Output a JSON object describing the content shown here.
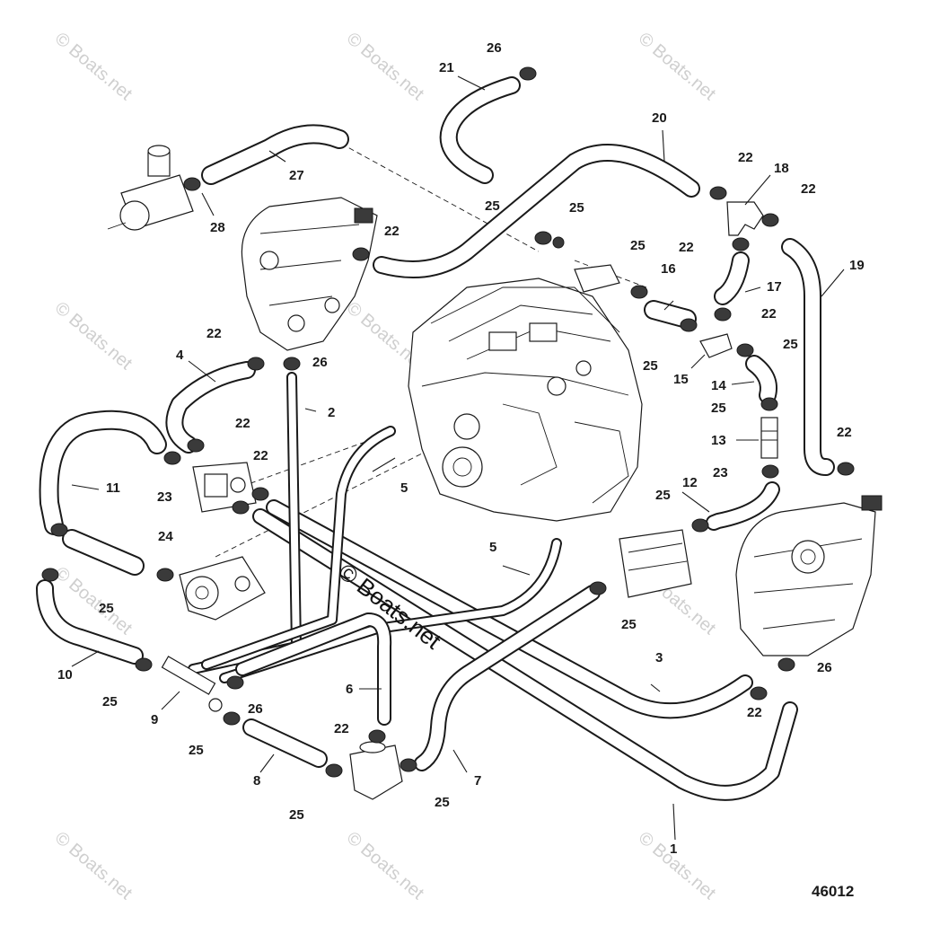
{
  "diagram": {
    "number": "46012",
    "watermark": "© Boats.net",
    "center_watermark": "© Boats.net",
    "callouts": {
      "c1": "1",
      "c2": "2",
      "c3": "3",
      "c4": "4",
      "c5a": "5",
      "c5b": "5",
      "c6": "6",
      "c7": "7",
      "c8": "8",
      "c9": "9",
      "c10": "10",
      "c11": "11",
      "c12": "12",
      "c13": "13",
      "c14": "14",
      "c15": "15",
      "c16": "16",
      "c17": "17",
      "c18": "18",
      "c19": "19",
      "c20": "20",
      "c21": "21",
      "c22a": "22",
      "c22b": "22",
      "c22c": "22",
      "c22d": "22",
      "c22e": "22",
      "c22f": "22",
      "c22g": "22",
      "c22h": "22",
      "c22i": "22",
      "c22j": "22",
      "c22k": "22",
      "c23a": "23",
      "c23b": "23",
      "c24": "24",
      "c25a": "25",
      "c25b": "25",
      "c25c": "25",
      "c25d": "25",
      "c25e": "25",
      "c25f": "25",
      "c25g": "25",
      "c25h": "25",
      "c25i": "25",
      "c25j": "25",
      "c25k": "25",
      "c25l": "25",
      "c25m": "25",
      "c26a": "26",
      "c26b": "26",
      "c26c": "26",
      "c26d": "26",
      "c27": "27",
      "c28": "28"
    }
  }
}
